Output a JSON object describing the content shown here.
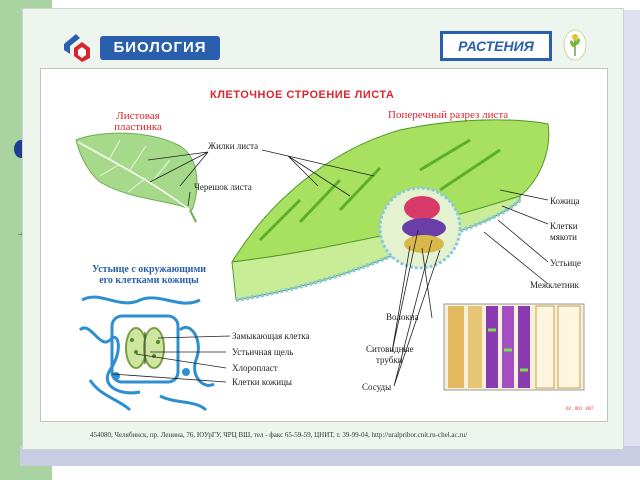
{
  "header": {
    "brand": "БИОЛОГИЯ",
    "section": "РАСТЕНИЯ"
  },
  "title": "КЛЕТОЧНОЕ СТРОЕНИЕ ЛИСТА",
  "leaf_blade": {
    "line1": "Листовая",
    "line2": "пластинка"
  },
  "cross_section": "Поперечный разрез листа",
  "stomata_heading": {
    "line1": "Устьице с окружающими",
    "line2": "его клетками кожицы"
  },
  "labels": {
    "veins": "Жилки листа",
    "petiole": "Черешок листа",
    "skin": "Кожица",
    "pulp1": "Клетки",
    "pulp2": "мякоти",
    "stoma": "Устьице",
    "intercellular": "Межклетник",
    "fibers": "Волокна",
    "sieve1": "Ситовидные",
    "sieve2": "трубки",
    "vessels": "Сосуды",
    "guard": "Замыкающая клетка",
    "slit": "Устьичная щель",
    "chloroplast": "Хлоропласт",
    "skin_cells": "Клетки кожицы"
  },
  "footer": "454080, Челябинск, пр. Ленина, 76, ЮУрГУ, ЧРЦ ВШ, тел - факс 65-59-59, ЦНИТ, т. 39-99-04, http://uralpribor.cnit.ru-chel.ac.ru/",
  "code": "02 . 001 . 007",
  "colors": {
    "accent_blue": "#2a5fae",
    "title_red": "#d8262e",
    "leaf_green": "#9fdc5a",
    "bg_green": "#a9d3a0"
  }
}
